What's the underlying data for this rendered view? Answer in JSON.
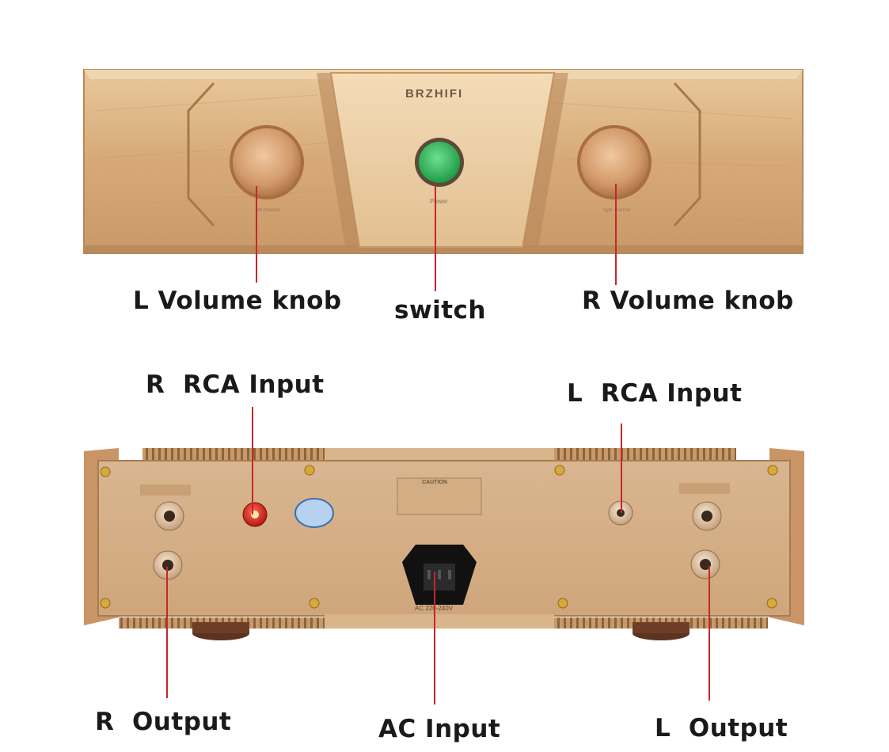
{
  "front": {
    "brand": "BRZHIFI",
    "power_text": "Power",
    "left_knob_caption": "left channel",
    "right_knob_caption": "right channel",
    "power_led_color": "#2fbf57"
  },
  "rear": {
    "ac_rating": "AC 220-240V",
    "caution_title": "CAUTION"
  },
  "labels": {
    "l_volume_knob": "L Volume knob",
    "switch": "switch",
    "r_volume_knob": "R Volume knob",
    "r_rca_input": "R  RCA Input",
    "l_rca_input": "L  RCA Input",
    "r_output": "R  Output",
    "ac_input": "AC Input",
    "l_output": "L  Output"
  },
  "colors": {
    "chassis_gold": "#d8ad7a",
    "leader_red": "#c7262c"
  }
}
